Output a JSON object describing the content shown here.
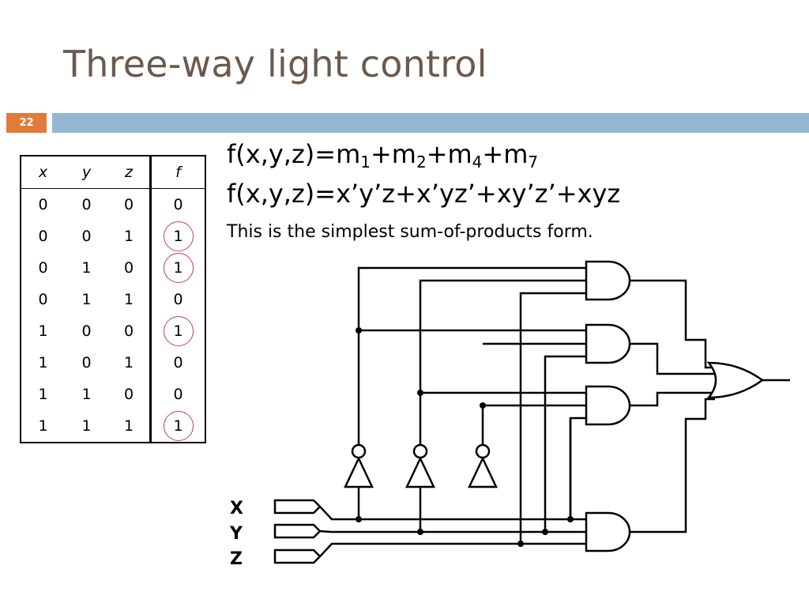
{
  "title": "Three-way light control",
  "slide_number": "22",
  "truth_table": {
    "headers": [
      "x",
      "y",
      "z",
      "f"
    ],
    "rows": [
      {
        "x": "0",
        "y": "0",
        "z": "0",
        "f": "0",
        "circled": false
      },
      {
        "x": "0",
        "y": "0",
        "z": "1",
        "f": "1",
        "circled": true
      },
      {
        "x": "0",
        "y": "1",
        "z": "0",
        "f": "1",
        "circled": true
      },
      {
        "x": "0",
        "y": "1",
        "z": "1",
        "f": "0",
        "circled": false
      },
      {
        "x": "1",
        "y": "0",
        "z": "0",
        "f": "1",
        "circled": true
      },
      {
        "x": "1",
        "y": "0",
        "z": "1",
        "f": "0",
        "circled": false
      },
      {
        "x": "1",
        "y": "1",
        "z": "0",
        "f": "0",
        "circled": false
      },
      {
        "x": "1",
        "y": "1",
        "z": "1",
        "f": "1",
        "circled": true
      }
    ]
  },
  "equations": {
    "line1": {
      "prefix": "f(x,y,z)=m",
      "s1": "1",
      "plus1": "+m",
      "s2": "2",
      "plus2": "+m",
      "s3": "4",
      "plus3": "+m",
      "s4": "7"
    },
    "line2": "f(x,y,z)=x’y’z+x’yz’+xy’z’+xyz"
  },
  "note": "This is the simplest sum-of-products form.",
  "circuit": {
    "inputs": [
      "X",
      "Y",
      "Z"
    ],
    "colors": {
      "wire": "#000000",
      "accent": "#e07b39",
      "band": "#94b6d2",
      "title": "#6b5a4c",
      "circle": "#c2414a"
    }
  }
}
